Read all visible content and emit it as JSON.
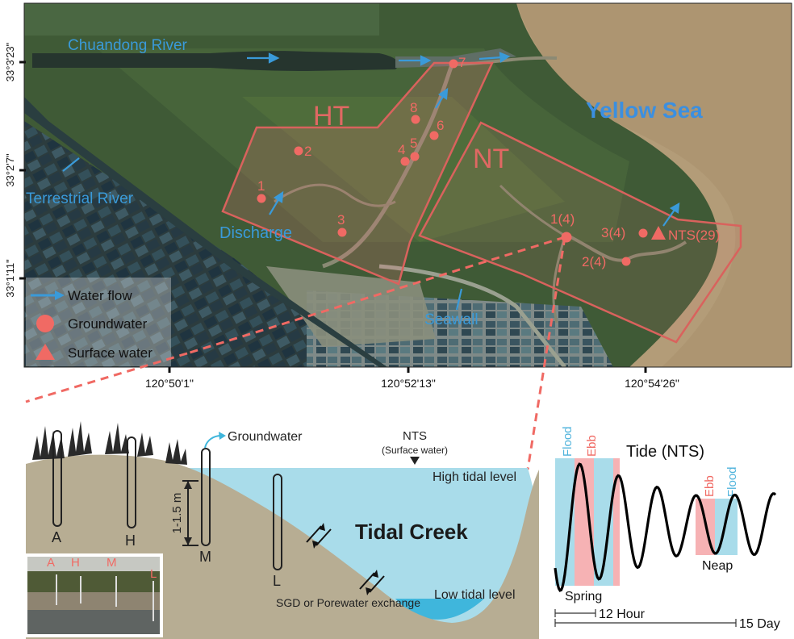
{
  "map": {
    "labels": {
      "chuandong_river": "Chuandong River",
      "terrestrial_river": "Terrestrial River",
      "yellow_sea": "Yellow Sea",
      "seawall": "Seawall",
      "discharge": "Discharge",
      "ht": "HT",
      "nt": "NT"
    },
    "y_ticks": [
      "33°3'23\"",
      "33°2'7\"",
      "33°1'11\""
    ],
    "x_ticks": [
      "120°50'1\"",
      "120°52'13\"",
      "120°54'26\""
    ],
    "ht_sites": [
      "1",
      "2",
      "3",
      "4",
      "5",
      "6",
      "7",
      "8"
    ],
    "nt_sites": [
      "1(4)",
      "2(4)",
      "3(4)"
    ],
    "surface_site": "NTS(29)",
    "legend": {
      "water_flow": "Water flow",
      "groundwater": "Groundwater",
      "surface_water": "Surface water"
    },
    "colors": {
      "accent_red": "#f06a64",
      "flow_blue": "#3a9ad9",
      "sea_blue": "#3b8fe0"
    }
  },
  "section": {
    "wells": [
      "A",
      "H",
      "M",
      "L"
    ],
    "groundwater_label": "Groundwater",
    "nts_label": "NTS",
    "nts_sub": "(Surface water)",
    "high_tidal": "High tidal level",
    "low_tidal": "Low tidal level",
    "creek": "Tidal Creek",
    "depth": "1-1.5 m",
    "sgd": "SGD or Porewater exchange",
    "photo_labels": [
      "A",
      "H",
      "M",
      "L"
    ]
  },
  "tide": {
    "title": "Tide (NTS)",
    "flood": "Flood",
    "ebb": "Ebb",
    "spring": "Spring",
    "neap": "Neap",
    "scale_12h": "12 Hour",
    "scale_15d": "15 Day"
  }
}
